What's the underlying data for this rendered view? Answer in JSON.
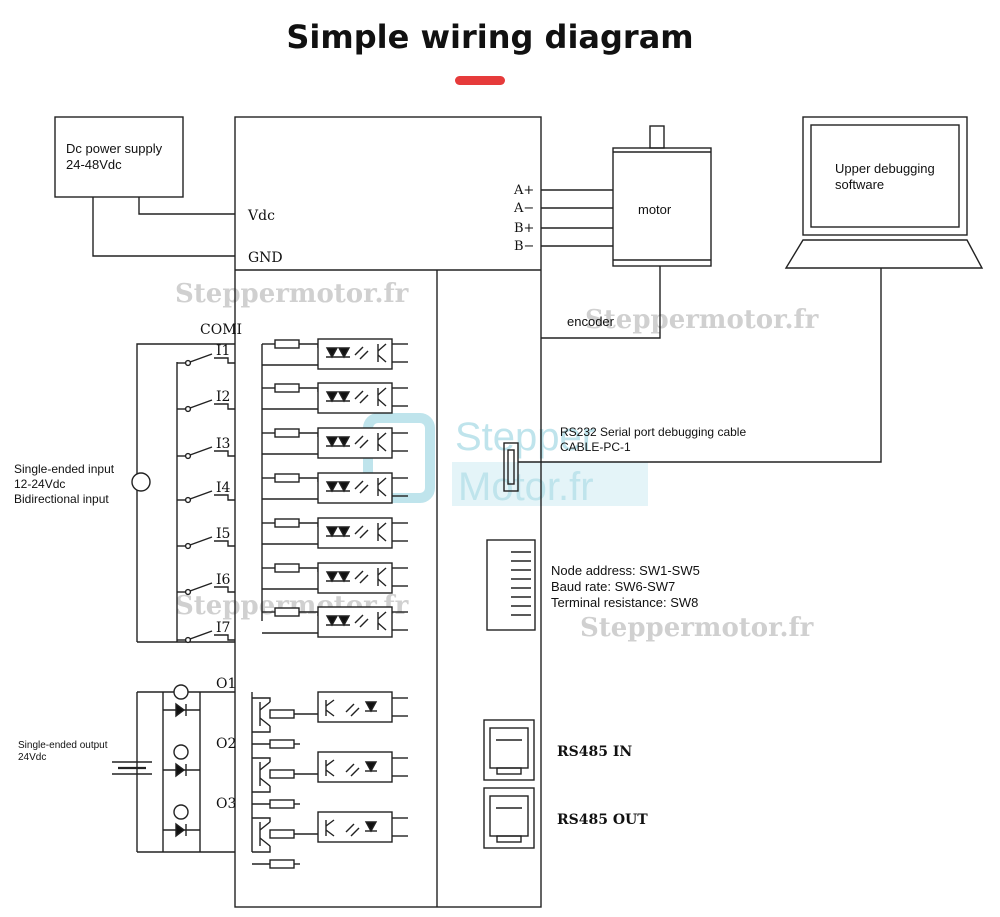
{
  "title": "Simple wiring diagram",
  "colors": {
    "accent": "#e63b3b",
    "line": "#222222",
    "watermark": "#d0d0d0",
    "logo": "#bfe4ec"
  },
  "power_supply": {
    "line1": "Dc power supply",
    "line2": "24-48Vdc"
  },
  "driver": {
    "vdc": "Vdc",
    "gnd": "GND",
    "comi": "COMI"
  },
  "motor": {
    "label": "motor",
    "terminals": [
      "A+",
      "A−",
      "B+",
      "B−"
    ],
    "encoder": "encoder"
  },
  "computer": {
    "line1": "Upper debugging",
    "line2": "software"
  },
  "rs232": {
    "line1": "RS232 Serial port debugging cable",
    "line2": "CABLE-PC-1"
  },
  "inputs": {
    "labels": [
      "I1",
      "I2",
      "I3",
      "I4",
      "I5",
      "I6",
      "I7"
    ],
    "note_line1": "Single-ended input",
    "note_line2": "12-24Vdc",
    "note_line3": "Bidirectional input"
  },
  "outputs": {
    "labels": [
      "O1",
      "O2",
      "O3"
    ],
    "note_line1": "Single-ended output",
    "note_line2": "24Vdc"
  },
  "switch_note": {
    "line1": "Node address: SW1-SW5",
    "line2": "Baud rate: SW6-SW7",
    "line3": "Terminal resistance: SW8"
  },
  "rs485": {
    "in": "RS485 IN",
    "out": "RS485 OUT"
  },
  "watermark": {
    "text": "Steppermotor.fr",
    "logo_line1": "Stepper",
    "logo_line2": "Motor.fr"
  }
}
